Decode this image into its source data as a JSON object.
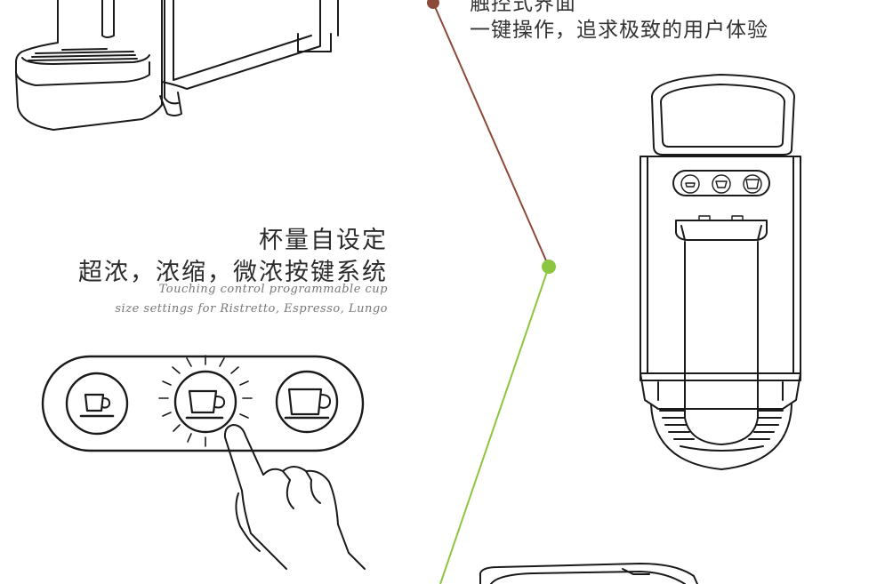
{
  "top_feature": {
    "clipped_line": "触控式界面",
    "line": "一键操作，追求极致的用户体验"
  },
  "left_feature": {
    "title": "杯量自设定",
    "subtitle": "超浓，浓缩，微浓按键系统",
    "english_line_1": "Touching control programmable cup",
    "english_line_2": "size settings for Ristretto, Espresso, Lungo"
  },
  "colors": {
    "brown_line": "#8b4a3a",
    "green_line": "#8cc63f",
    "ink": "#1a1a1a"
  }
}
